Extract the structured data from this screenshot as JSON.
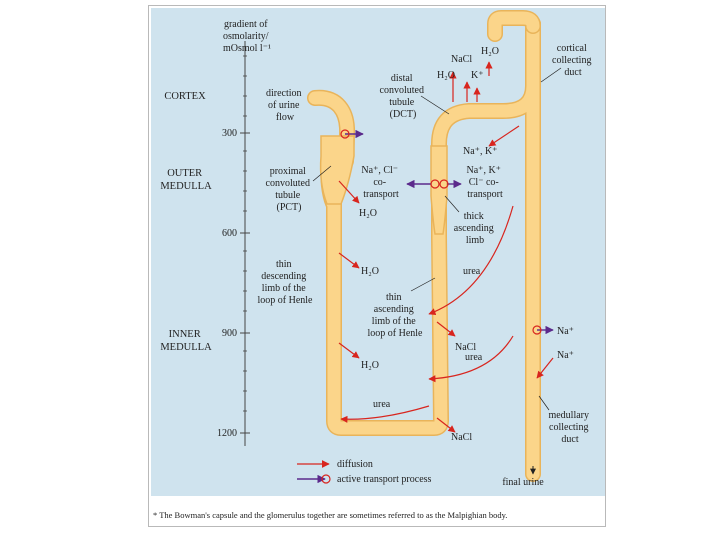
{
  "colors": {
    "background": "#cfe3ee",
    "tubule": "#fbd58a",
    "tubule_edge": "#e9b45a",
    "diffusion": "#d8251e",
    "active": "#5b2a8c",
    "scale": "#444444"
  },
  "scale": {
    "title_lines": [
      "gradient of",
      "osmolarity/",
      "mOsmol l⁻¹"
    ],
    "ticks": [
      "300",
      "600",
      "900",
      "1200"
    ]
  },
  "zones": {
    "cortex": [
      "CORTEX"
    ],
    "outer_medulla": [
      "OUTER",
      "MEDULLA"
    ],
    "inner_medulla": [
      "INNER",
      "MEDULLA"
    ]
  },
  "labels": {
    "direction": [
      "direction",
      "of urine",
      "flow"
    ],
    "pct": [
      "proximal",
      "convoluted",
      "tubule",
      "(PCT)"
    ],
    "thin_descending": [
      "thin",
      "descending",
      "limb of the",
      "loop of Henle"
    ],
    "thin_ascending": [
      "thin",
      "ascending",
      "limb of the",
      "loop of Henle"
    ],
    "dct": [
      "distal",
      "convoluted",
      "tubule",
      "(DCT)"
    ],
    "cortical_duct": [
      "cortical",
      "collecting",
      "duct"
    ],
    "thick_ascending": [
      "thick",
      "ascending",
      "limb"
    ],
    "cotransport_left": [
      "Na⁺, Cl⁻",
      "co-",
      "transport"
    ],
    "cotransport_right": [
      "Na⁺, K⁺",
      "Cl⁻ co-",
      "transport"
    ],
    "medullary_duct": [
      "medullary",
      "collecting",
      "duct"
    ],
    "final_urine": "final urine"
  },
  "solutes": {
    "nacl_top": "NaCl",
    "h2o_dct": "H₂O",
    "h2o_duct": "H₂O",
    "k_plus": "K⁺",
    "na_k": "Na⁺, K⁺",
    "h2o_pct": "H₂O",
    "h2o_desc1": "H₂O",
    "h2o_desc2": "H₂O",
    "urea_1": "urea",
    "urea_2": "urea",
    "urea_3": "urea",
    "nacl_1": "NaCl",
    "nacl_2": "NaCl",
    "na_out": "Na⁺",
    "na_in": "Na⁺"
  },
  "legend": {
    "diffusion": "diffusion",
    "active": "active transport process"
  },
  "footnote": "* The Bowman's capsule and the glomerulus together are sometimes referred to as the Malpighian body."
}
